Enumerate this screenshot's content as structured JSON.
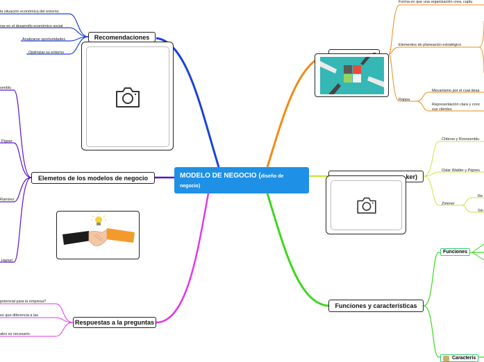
{
  "central": {
    "title": "MODELO DE NEGOCIO",
    "paren_open": "(",
    "subtitle": "diseño de negocio",
    "paren_close": ")"
  },
  "branches": {
    "recomendaciones": {
      "label": "Recomendaciones",
      "leaves": [
        "la situación económica del entorno",
        "rse en el desarrollo económico social",
        "Analizarse oportunidades",
        "Optimizar su entorno"
      ]
    },
    "elementos": {
      "label": "Elemetos de los modelos de negocio",
      "leaves": [
        "senblu",
        "Pigner",
        "Ramirez",
        "Hamel"
      ]
    },
    "respuestas": {
      "label": "Respuestas a la preguntas",
      "leaves": [
        "potencial para la empresa?",
        "es que diferencia a las",
        "ales es necesario"
      ]
    },
    "definicion": {
      "label_fragment": "n",
      "leaves": [
        "Forma en que una organización crea, captu",
        "Elementos de  planeación estratégico",
        "Mecanismo por el cual desa",
        "Representación clara y conc",
        "sus clientes",
        "Rappa"
      ]
    },
    "autores": {
      "label_fragment": "ker)",
      "leaves": [
        "Chbrow y Roonsenblu",
        "Oslar Walder y Pigneu",
        "Zimmer",
        "Re",
        "Sin"
      ]
    },
    "funciones": {
      "label": "Funciones y características",
      "sub": [
        "Funciones",
        "Caracterís"
      ]
    }
  },
  "colors": {
    "central": "#1e90e6",
    "recomendaciones": "#1a44d6",
    "elementos": "#5a10cc",
    "respuestas": "#e236e6",
    "definicion": "#f08a16",
    "autores": "#c7e640",
    "funciones": "#3ad91b"
  },
  "icons": [
    "camera-icon",
    "puzzle-photo",
    "handshake-lightbulb-image"
  ]
}
